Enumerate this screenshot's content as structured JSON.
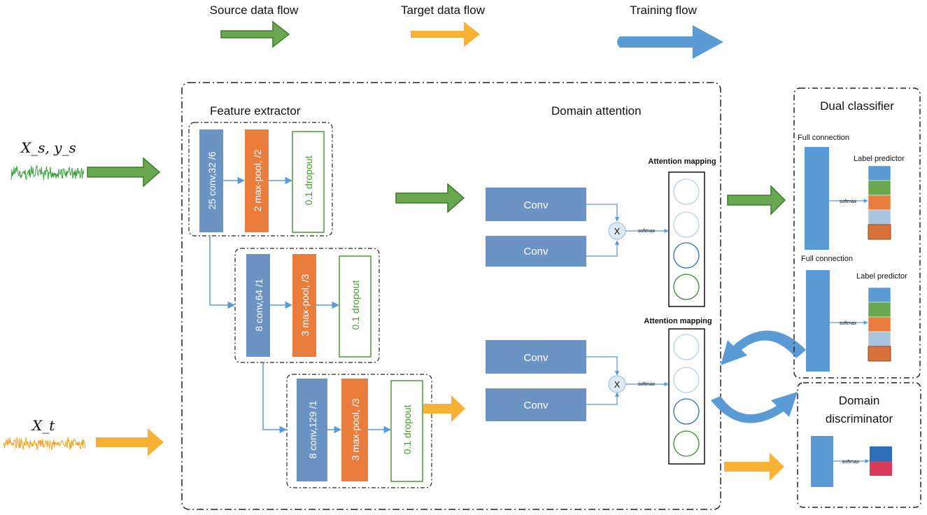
{
  "legend": {
    "source_flow": "Source data flow",
    "target_flow": "Target data flow",
    "training_flow": "Training flow"
  },
  "inputs": {
    "source_label": "X_s, y_s",
    "target_label": "X_t"
  },
  "feature_extractor": {
    "title": "Feature extractor",
    "block1": {
      "conv": "25 conv,32 /6",
      "pool": "2 max-pool, /2",
      "dropout": "0.1 dropout"
    },
    "block2": {
      "conv": "8 conv,64 /1",
      "pool": "3 max-pool, /3",
      "dropout": "0.1 dropout"
    },
    "block3": {
      "conv": "8 conv,129 /1",
      "pool": "3 max-pool, /3",
      "dropout": "0.1 dropout"
    }
  },
  "domain_attention": {
    "title": "Domain attention",
    "conv_label": "Conv",
    "multiply": "X",
    "softmax": "softmax",
    "mapping_label": "Attention mapping"
  },
  "dual_classifier": {
    "title": "Dual classifier",
    "full_connection": "Full connection",
    "label_predictor": "Label predictor",
    "softmax": "softmax"
  },
  "domain_discriminator": {
    "title_line1": "Domain",
    "title_line2": "discriminator",
    "softmax": "softmax"
  },
  "colors": {
    "green": "#6aa84f",
    "orange": "#f9b233",
    "blue": "#5b9bd5",
    "conv_blue": "#6b94c4",
    "pool_orange": "#ea7d3c",
    "dropout_green": "#4a9a34",
    "pred_blue": "#5b9bd5",
    "pred_green": "#6aa84f",
    "pred_orange": "#ea7d3c",
    "pred_light": "#a8c4e0",
    "pred_brown": "#d9713a",
    "disc_blue": "#2e6db8",
    "disc_red": "#d93a5a"
  }
}
